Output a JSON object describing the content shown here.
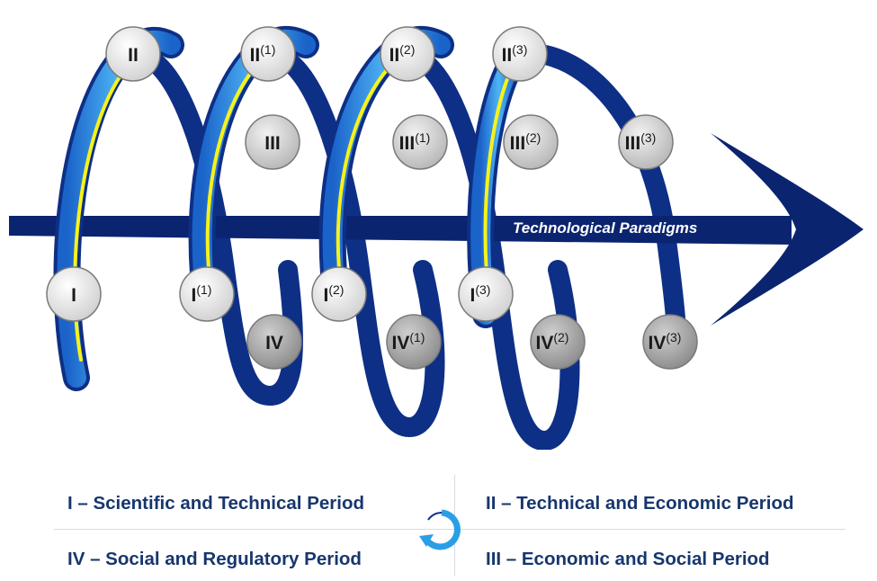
{
  "diagram": {
    "arrow_label": "Technological Paradigms",
    "colors": {
      "arrow": "#0b2470",
      "spiral_dark": "#0e2f86",
      "spiral_mid": "#1f75d6",
      "spiral_light": "#8fd4ff",
      "spiral_highlight": "#f7f21a",
      "node_light": "#e6e6e6",
      "node_mid": "#c8c8c8",
      "node_dark": "#9c9c9c"
    },
    "nodes": [
      {
        "base": "I",
        "sup": ""
      },
      {
        "base": "II",
        "sup": ""
      },
      {
        "base": "III",
        "sup": ""
      },
      {
        "base": "IV",
        "sup": ""
      },
      {
        "base": "I",
        "sup": "(1)"
      },
      {
        "base": "II",
        "sup": "(1)"
      },
      {
        "base": "III",
        "sup": "(1)"
      },
      {
        "base": "IV",
        "sup": "(1)"
      },
      {
        "base": "I",
        "sup": "(2)"
      },
      {
        "base": "II",
        "sup": "(2)"
      },
      {
        "base": "III",
        "sup": "(2)"
      },
      {
        "base": "IV",
        "sup": "(2)"
      },
      {
        "base": "I",
        "sup": "(3)"
      },
      {
        "base": "II",
        "sup": "(3)"
      },
      {
        "base": "III",
        "sup": "(3)"
      },
      {
        "base": "IV",
        "sup": "(3)"
      }
    ]
  },
  "legend": {
    "item_I": "I – Scientific and Technical Period",
    "item_II": "II – Technical and Economic Period",
    "item_IV": "IV – Social and Regulatory Period",
    "item_III": "III – Economic and Social Period",
    "cycle_icon": "cycle-arrows-icon"
  }
}
